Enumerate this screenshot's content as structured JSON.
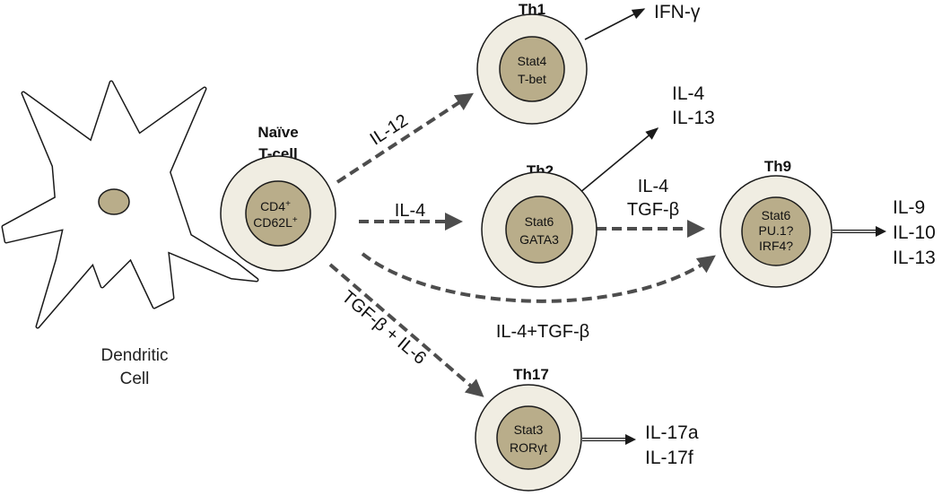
{
  "colors": {
    "cell_outer": "#f0ede2",
    "cell_inner": "#b9ad8a",
    "cell_stroke": "#1a1a1a",
    "dashed_arrow": "#4d4d4d",
    "solid_arrow": "#1a1a1a",
    "dendritic_nucleus": "#b9ad8a"
  },
  "dendritic_cell": {
    "label_line1": "Dendritic",
    "label_line2": "Cell"
  },
  "naive": {
    "title_line1": "Naïve",
    "title_line2": "T-cell",
    "inner_line1": "CD4",
    "inner_line1_sup": "+",
    "inner_line2": "CD62L",
    "inner_line2_sup": "+"
  },
  "th1": {
    "title": "Th1",
    "inner_line1": "Stat4",
    "inner_line2": "T-bet",
    "output_line1": "IFN-γ"
  },
  "th2": {
    "title": "Th2",
    "inner_line1": "Stat6",
    "inner_line2": "GATA3",
    "output_line1": "IL-4",
    "output_line2": "IL-13"
  },
  "th9": {
    "title": "Th9",
    "inner_line1": "Stat6",
    "inner_line2": "PU.1?",
    "inner_line3": "IRF4?",
    "output_line1": "IL-9",
    "output_line2": "IL-10",
    "output_line3": "IL-13"
  },
  "th17": {
    "title": "Th17",
    "inner_line1": "Stat3",
    "inner_line2": "RORγt",
    "output_line1": "IL-17a",
    "output_line2": "IL-17f"
  },
  "edges": {
    "naive_to_th1": "IL-12",
    "naive_to_th2": "IL-4",
    "th2_to_th9_line1": "IL-4",
    "th2_to_th9_line2": "TGF-β",
    "naive_to_th9": "IL-4+TGF-β",
    "naive_to_th17": "TGF-β + IL-6"
  }
}
